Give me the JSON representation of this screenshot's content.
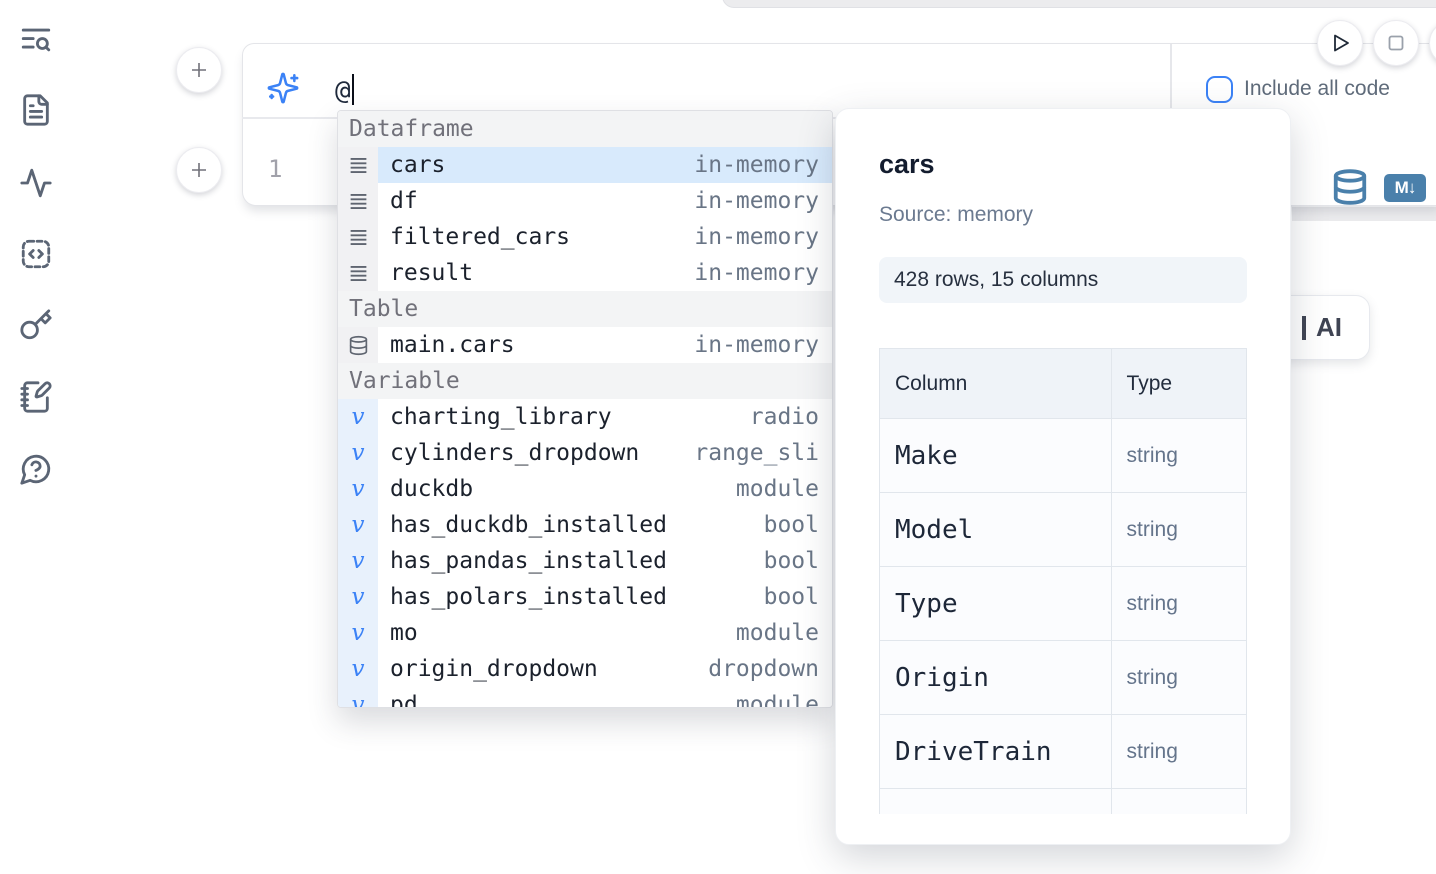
{
  "sidebar": {
    "items": [
      {
        "icon": "list-search-icon"
      },
      {
        "icon": "file-text-icon"
      },
      {
        "icon": "activity-icon"
      },
      {
        "icon": "code-snippet-icon"
      },
      {
        "icon": "key-icon"
      },
      {
        "icon": "notebook-pen-icon"
      },
      {
        "icon": "help-chat-icon"
      }
    ]
  },
  "prompt": {
    "value": "@",
    "include_all_code_label": "Include all code",
    "checkbox_checked": false
  },
  "cell": {
    "line_number": "1",
    "markdown_icon_label": "M↓"
  },
  "autocomplete": {
    "sections": [
      {
        "label": "Dataframe",
        "row_icon": "dataframe-lines-icon",
        "items": [
          {
            "name": "cars",
            "detail": "in-memory",
            "selected": true
          },
          {
            "name": "df",
            "detail": "in-memory",
            "selected": false
          },
          {
            "name": "filtered_cars",
            "detail": "in-memory",
            "selected": false
          },
          {
            "name": "result",
            "detail": "in-memory",
            "selected": false
          }
        ]
      },
      {
        "label": "Table",
        "row_icon": "database-icon",
        "items": [
          {
            "name": "main.cars",
            "detail": "in-memory",
            "selected": false
          }
        ]
      },
      {
        "label": "Variable",
        "row_icon": "variable-v-icon",
        "items": [
          {
            "name": "charting_library",
            "detail": "radio",
            "selected": false
          },
          {
            "name": "cylinders_dropdown",
            "detail": "range_sli",
            "selected": false
          },
          {
            "name": "duckdb",
            "detail": "module",
            "selected": false
          },
          {
            "name": "has_duckdb_installed",
            "detail": "bool",
            "selected": false
          },
          {
            "name": "has_pandas_installed",
            "detail": "bool",
            "selected": false
          },
          {
            "name": "has_polars_installed",
            "detail": "bool",
            "selected": false
          },
          {
            "name": "mo",
            "detail": "module",
            "selected": false
          },
          {
            "name": "origin_dropdown",
            "detail": "dropdown",
            "selected": false
          },
          {
            "name": "pd",
            "detail": "module",
            "selected": false
          }
        ]
      }
    ]
  },
  "preview": {
    "title": "cars",
    "source": "Source: memory",
    "shape": "428 rows, 15 columns",
    "table": {
      "headers": [
        "Column",
        "Type"
      ],
      "rows": [
        [
          "Make",
          "string"
        ],
        [
          "Model",
          "string"
        ],
        [
          "Type",
          "string"
        ],
        [
          "Origin",
          "string"
        ],
        [
          "DriveTrain",
          "string"
        ]
      ]
    }
  },
  "partial_ai_button": {
    "visible_label": "AI"
  },
  "colors": {
    "accent_blue": "#3b82f6",
    "steel_blue": "#4a80ab",
    "selected_row_bg": "#d8eafc",
    "variable_gutter_bg": "#e8f1fc",
    "section_header_bg": "#f3f4f5",
    "badge_bg": "#f1f5f9",
    "table_header_bg": "#eff3f8"
  }
}
